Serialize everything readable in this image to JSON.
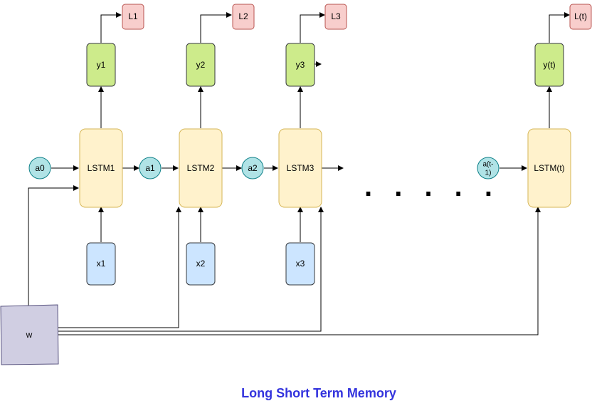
{
  "title": "Long Short Term Memory",
  "ellipsis": ". . . . .",
  "colors": {
    "lstm_fill": "#fff2cc",
    "lstm_stroke": "#d6b656",
    "output_fill": "#cdeb8b",
    "output_stroke": "#36393d",
    "input_fill": "#cce5ff",
    "input_stroke": "#36393d",
    "state_fill": "#b0e3e6",
    "state_stroke": "#0e8088",
    "loss_fill": "#f8cecc",
    "loss_stroke": "#b85450",
    "weight_fill": "#d0cee2",
    "weight_stroke": "#56517e",
    "title": "#3333dd"
  },
  "nodes": {
    "lstm": [
      "LSTM1",
      "LSTM2",
      "LSTM3",
      "LSTM(t)"
    ],
    "outputs": [
      "y1",
      "y2",
      "y3",
      "y(t)"
    ],
    "losses": [
      "L1",
      "L2",
      "L3",
      "L(t)"
    ],
    "inputs": [
      "x1",
      "x2",
      "x3"
    ],
    "states": [
      "a0",
      "a1",
      "a2"
    ],
    "state_t": [
      "a(t-",
      "1)"
    ],
    "weight": "w"
  }
}
